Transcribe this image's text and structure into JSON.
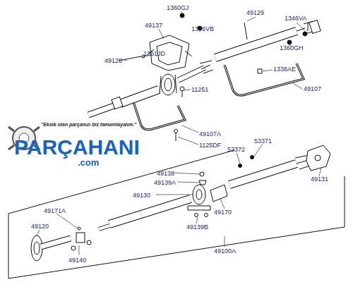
{
  "diagram": {
    "labels": [
      "1360GJ",
      "49129",
      "1346VA",
      "49137",
      "1346VB",
      "1360GH",
      "49128",
      "1351JD",
      "1338AE",
      "11251",
      "49107",
      "49107A",
      "1125DF",
      "53371",
      "53372",
      "49131",
      "49138",
      "49139A",
      "49130",
      "49170",
      "49171A",
      "49120",
      "49139B",
      "49140",
      "49100A",
      "\"Eksik olan parçanızı biz tamamlayalım.\"",
      "PARÇAHANI",
      ".com"
    ]
  }
}
